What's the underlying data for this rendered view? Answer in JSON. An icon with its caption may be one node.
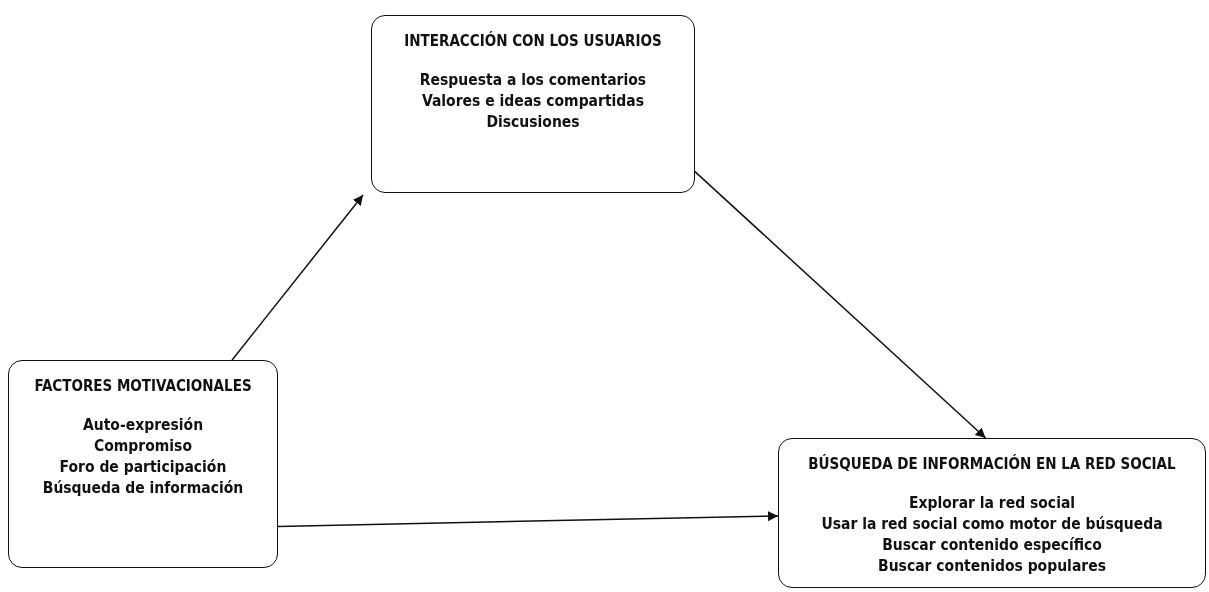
{
  "diagram": {
    "nodes": [
      {
        "text": [
          "INTERACCIÓN CON LOS USUARIOS",
          "Respuesta a los comentarios",
          "Valores e ideas compartidas",
          "Discusiones"
        ]
      },
      {
        "text": [
          "FACTORES MOTIVACIONALES",
          "Auto-expresión",
          "Compromiso",
          "Foro de participación",
          "Búsqueda de información"
        ]
      },
      {
        "text": [
          "BÚSQUEDA DE INFORMACIÓN EN LA RED SOCIAL",
          "Explorar la red social",
          "Usar la red social como motor de búsqueda",
          "Buscar contenido específico",
          "Buscar contenidos populares"
        ]
      }
    ],
    "edges": [
      {
        "from": 1,
        "to": 0,
        "arrow": "to"
      },
      {
        "from": 0,
        "to": 2,
        "arrow": "to"
      },
      {
        "from": 1,
        "to": 2,
        "arrow": "to"
      }
    ]
  }
}
